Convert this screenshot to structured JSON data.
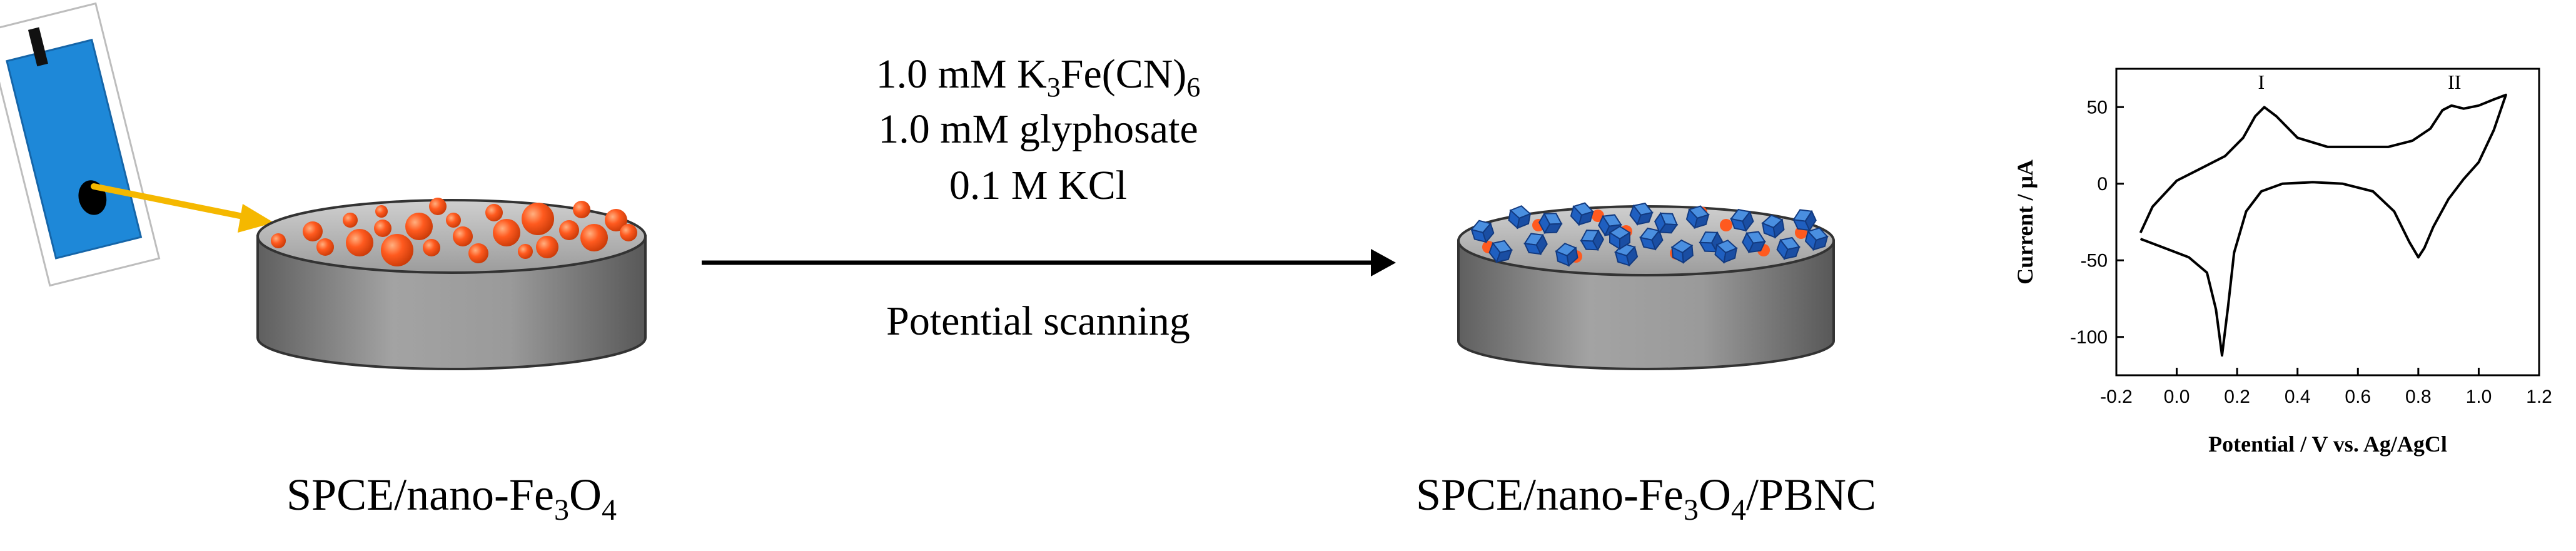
{
  "conditions": {
    "line1": {
      "prefix": "1.0 mM K",
      "sub1": "3",
      "mid": "Fe(CN)",
      "sub2": "6"
    },
    "line2": "1.0 mM glyphosate",
    "line3": "0.1 M KCl",
    "line4": "Potential scanning"
  },
  "labels": {
    "left": {
      "a": "SPCE/nano-Fe",
      "sub1": "3",
      "b": "O",
      "sub2": "4",
      "c": ""
    },
    "right": {
      "a": "SPCE/nano-Fe",
      "sub1": "3",
      "b": "O",
      "sub2": "4",
      "c": "/PBNC"
    }
  },
  "colors": {
    "electrode_blue": "#1e88d8",
    "nanoparticle_orange": "#ff5a1f",
    "cube_blue": "#2266cc",
    "arrow_yellow": "#f5b800",
    "disk_gray": "#8e8e8e"
  },
  "chart_data": {
    "type": "line",
    "title": "",
    "xlabel": "Potential / V vs. Ag/AgCl",
    "ylabel": "Current / μA",
    "xlim": [
      -0.2,
      1.2
    ],
    "ylim": [
      -125,
      75
    ],
    "x_ticks": [
      "-0.2",
      "0.0",
      "0.2",
      "0.4",
      "0.6",
      "0.8",
      "1.0",
      "1.2"
    ],
    "y_ticks": [
      "50",
      "0",
      "-50",
      "-100"
    ],
    "grid": false,
    "annotations": [
      {
        "text": "I",
        "x": 0.28,
        "y": 62
      },
      {
        "text": "II",
        "x": 0.92,
        "y": 62
      }
    ],
    "series": [
      {
        "x": [
          -0.12,
          -0.08,
          0.0,
          0.08,
          0.16,
          0.22,
          0.26,
          0.29,
          0.33,
          0.4,
          0.5,
          0.6,
          0.7,
          0.78,
          0.84,
          0.88,
          0.91,
          0.95,
          1.0,
          1.05,
          1.09,
          1.05,
          1.0,
          0.95,
          0.9,
          0.85,
          0.82,
          0.8,
          0.77,
          0.72,
          0.65,
          0.55,
          0.45,
          0.35,
          0.28,
          0.23,
          0.19,
          0.17,
          0.15,
          0.13,
          0.1,
          0.04,
          -0.04,
          -0.12
        ],
        "y": [
          -32,
          -15,
          2,
          10,
          18,
          30,
          44,
          50,
          44,
          30,
          24,
          24,
          24,
          28,
          36,
          48,
          51,
          49,
          51,
          55,
          58,
          35,
          14,
          3,
          -10,
          -28,
          -42,
          -48,
          -38,
          -18,
          -5,
          0,
          1,
          0,
          -5,
          -18,
          -45,
          -80,
          -112,
          -82,
          -58,
          -48,
          -42,
          -36
        ]
      }
    ]
  }
}
